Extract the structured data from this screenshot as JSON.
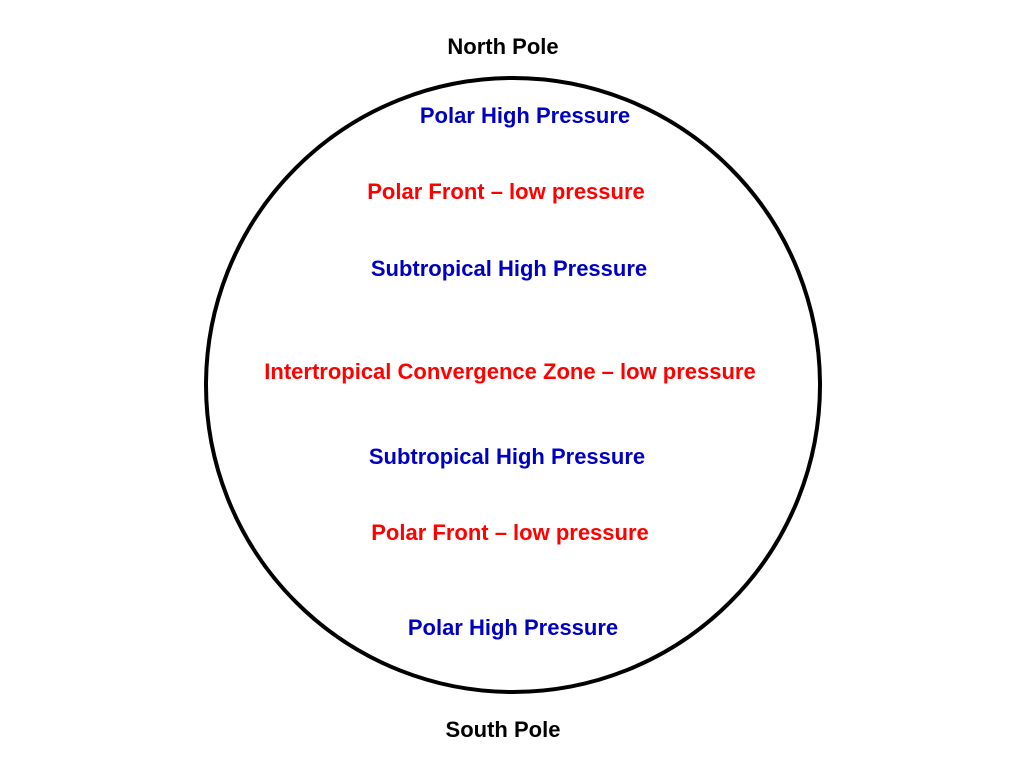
{
  "diagram": {
    "poles": {
      "north": "North Pole",
      "south": "South Pole"
    },
    "bands": [
      {
        "label": "Polar High Pressure",
        "kind": "high"
      },
      {
        "label": "Polar Front – low pressure",
        "kind": "low"
      },
      {
        "label": "Subtropical High Pressure",
        "kind": "high"
      },
      {
        "label": "Intertropical Convergence Zone – low pressure",
        "kind": "low"
      },
      {
        "label": "Subtropical High Pressure",
        "kind": "high"
      },
      {
        "label": "Polar Front – low pressure",
        "kind": "low"
      },
      {
        "label": "Polar High Pressure",
        "kind": "high"
      }
    ],
    "colors": {
      "high_pressure": "#0000c0",
      "low_pressure": "#ff0000",
      "pole": "#000000",
      "outline": "#000000"
    }
  }
}
